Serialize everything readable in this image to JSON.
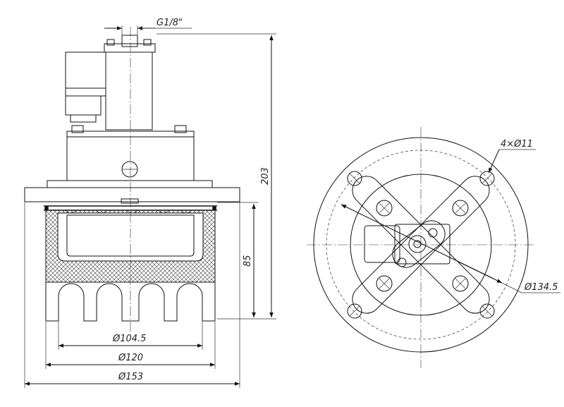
{
  "dimensions": {
    "thread": "G1/8\"",
    "total_height": "203",
    "sleeve_height": "85",
    "dia_inner": "Ø104.5",
    "dia_mid": "Ø120",
    "dia_outer": "Ø153",
    "holes": "4×Ø11",
    "bolt_circle": "Ø134.5"
  }
}
